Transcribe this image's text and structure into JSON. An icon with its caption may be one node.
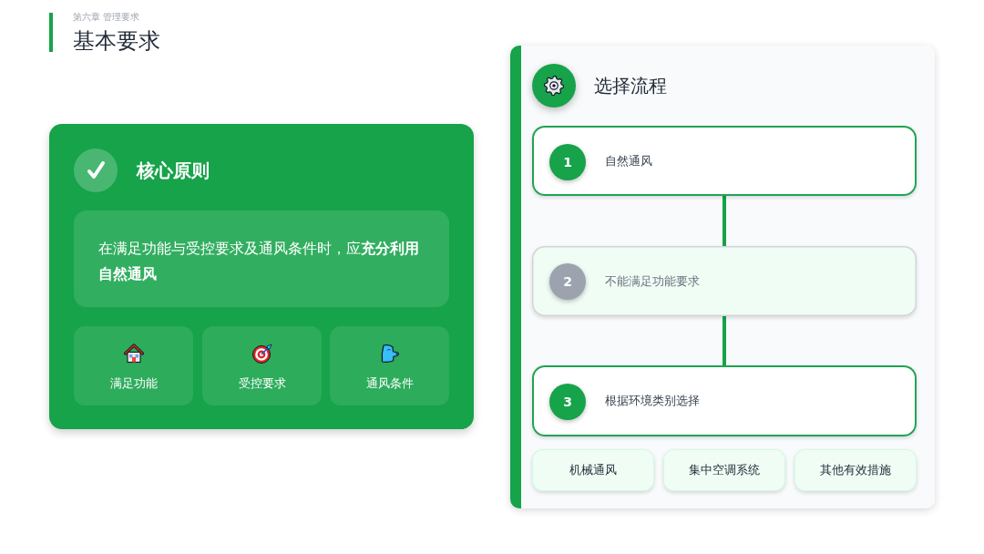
{
  "diagram": {
    "title": "基本要求",
    "nodes": [
      {
        "text": [
          "核心原则"
        ]
      },
      {
        "text": [
          "在满足功能与受控要求及通风条件时，应**充分利用自然通风**"
        ],
        "in": 0
      },
      {
        "text": [
          "满足功能"
        ],
        "in": 0
      },
      {
        "text": [
          "受控要求"
        ],
        "in": 0
      },
      {
        "text": [
          "通风条件"
        ],
        "in": 0
      },
      {
        "text": [
          "选择流程"
        ]
      },
      {
        "text": [
          "自然通风"
        ],
        "in": 5
      },
      {
        "text": [
          "1"
        ],
        "in": 6
      },
      {
        "text": [
          "不能满足功能要求"
        ],
        "in": 5
      },
      {
        "text": [
          "2"
        ],
        "in": 8
      },
      {
        "text": [
          "根据环境类别选择"
        ],
        "in": 5
      },
      {
        "text": [
          "3"
        ],
        "in": 10
      },
      {
        "text": [
          "机械通风"
        ],
        "in": 5
      },
      {
        "text": [
          "集中空调系统"
        ],
        "in": 5
      },
      {
        "text": [
          "其他有效措施"
        ],
        "in": 5
      }
    ],
    "edges": [
      {
        "from": 6,
        "to": 8,
        "arrow": "none"
      },
      {
        "from": 8,
        "to": 10,
        "arrow": "none"
      }
    ],
    "labels": [
      "第六章 管理要求"
    ]
  }
}
